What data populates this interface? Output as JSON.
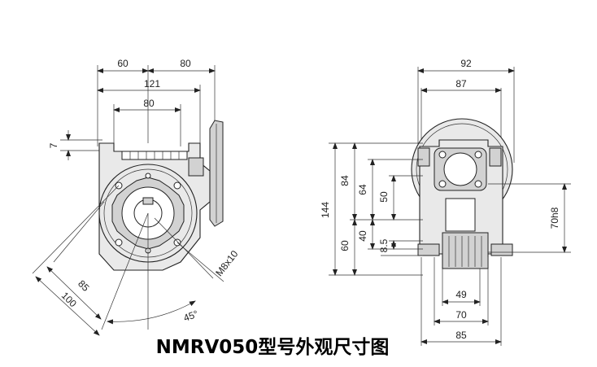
{
  "title": "NMRV050型号外观尺寸图",
  "front_view": {
    "dim_60": "60",
    "dim_80_top": "80",
    "dim_121": "121",
    "dim_80_inner": "80",
    "dim_7": "7",
    "dim_85": "85",
    "dim_100": "100",
    "dim_45deg": "45°",
    "dim_m8x10": "M8x10"
  },
  "side_view": {
    "dim_92": "92",
    "dim_87": "87",
    "dim_144": "144",
    "dim_84": "84",
    "dim_64": "64",
    "dim_50": "50",
    "dim_60": "60",
    "dim_40": "40",
    "dim_8_5": "8.5",
    "dim_70h8": "70h8",
    "dim_49": "49",
    "dim_70": "70",
    "dim_85": "85"
  }
}
